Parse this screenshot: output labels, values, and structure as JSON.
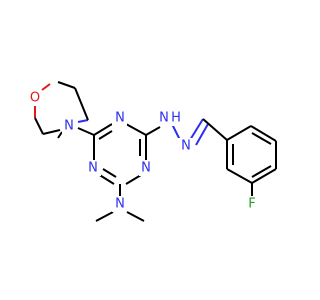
{
  "molecule": {
    "atoms": {
      "O_morph": "O",
      "N_morph": "N",
      "N_ring_top": "N",
      "N_ring_left": "N",
      "N_ring_right": "N",
      "N_dimethyl": "N",
      "N_hydrazine_1": "N",
      "H_hydrazine": "H",
      "N_hydrazine_2": "N",
      "F": "F"
    },
    "colors": {
      "carbon_bond": "#000000",
      "nitrogen": "#2e2ef0",
      "oxygen": "#e01919",
      "fluorine": "#2a9a2a",
      "background": "#ffffff"
    }
  }
}
